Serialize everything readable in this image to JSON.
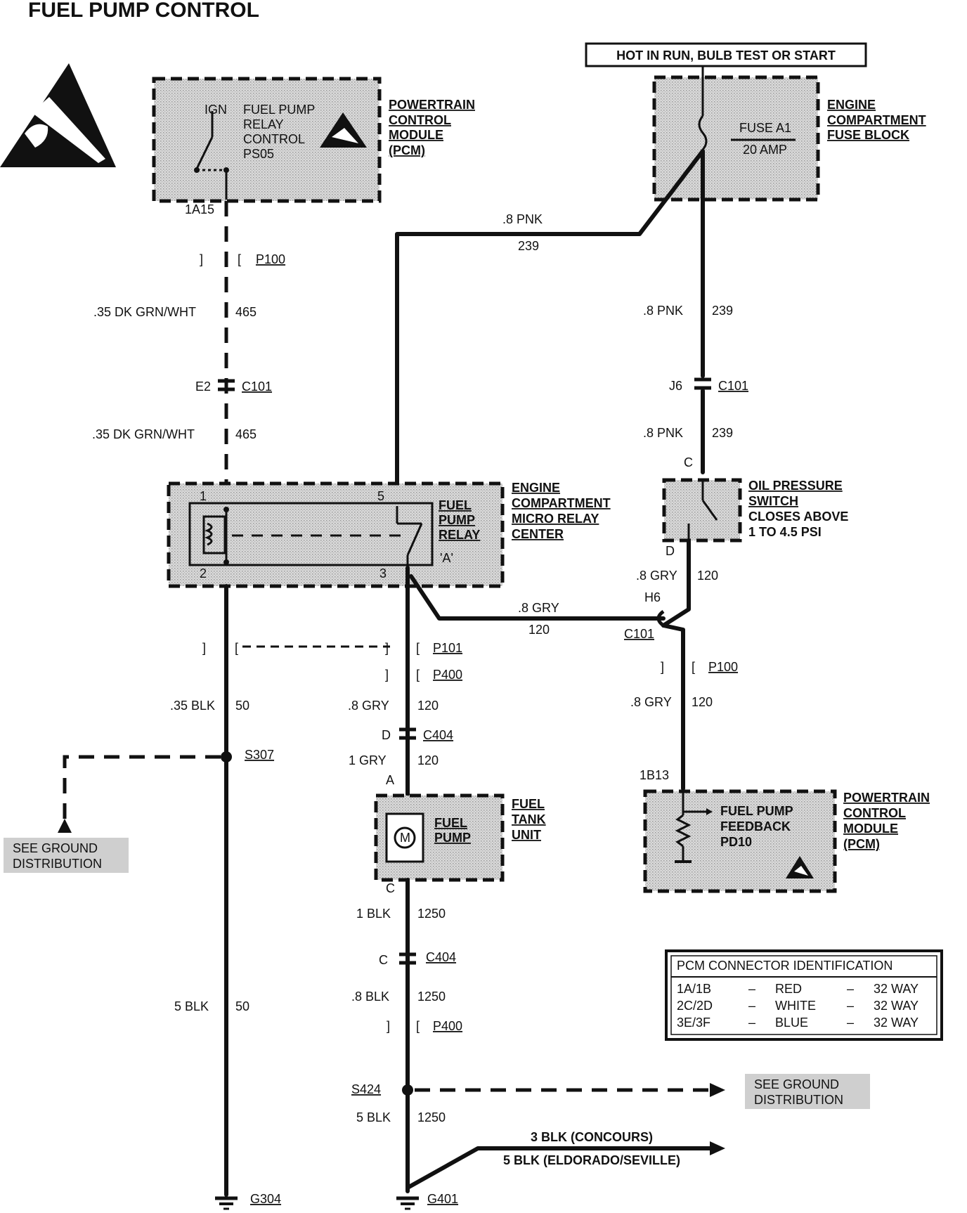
{
  "title": "FUEL PUMP CONTROL",
  "hot_label": "HOT IN RUN, BULB TEST OR START",
  "pcm_top": {
    "pin_label": "IGN",
    "text": [
      "FUEL PUMP",
      "RELAY",
      "CONTROL",
      "PS05"
    ],
    "name": [
      "POWERTRAIN",
      "CONTROL",
      "MODULE",
      "(PCM)"
    ],
    "pin": "1A15"
  },
  "fuse_block": {
    "fuse": "FUSE A1",
    "rating": "20 AMP",
    "name": [
      "ENGINE",
      "COMPARTMENT",
      "FUSE BLOCK"
    ]
  },
  "relay_center": {
    "name": [
      "ENGINE",
      "COMPARTMENT",
      "MICRO RELAY",
      "CENTER"
    ],
    "relay": [
      "FUEL",
      "PUMP",
      "RELAY"
    ],
    "relay_id": "'A'",
    "pins": {
      "p1": "1",
      "p2": "2",
      "p3": "3",
      "p5": "5"
    }
  },
  "oil_switch": {
    "name": [
      "OIL PRESSURE",
      "SWITCH"
    ],
    "desc": [
      "CLOSES ABOVE",
      "1 TO 4.5 PSI"
    ],
    "pin_top": "C",
    "pin_bottom": "D"
  },
  "fuel_tank": {
    "pump_label": [
      "FUEL",
      "PUMP"
    ],
    "motor": "M",
    "name": [
      "FUEL",
      "TANK",
      "UNIT"
    ],
    "pin_top": "A",
    "pin_bottom": "C"
  },
  "pcm_bottom": {
    "text": [
      "FUEL PUMP",
      "FEEDBACK",
      "PD10"
    ],
    "name": [
      "POWERTRAIN",
      "CONTROL",
      "MODULE",
      "(PCM)"
    ],
    "pin": "1B13"
  },
  "wires": {
    "w465a": {
      "size": ".35 DK GRN/WHT",
      "circuit": "465"
    },
    "w465b": {
      "size": ".35 DK GRN/WHT",
      "circuit": "465"
    },
    "w239top": {
      "size": ".8 PNK",
      "circuit": "239"
    },
    "w239a": {
      "size": ".8 PNK",
      "circuit": "239"
    },
    "w239b": {
      "size": ".8 PNK",
      "circuit": "239"
    },
    "w120oil": {
      "size": ".8 GRY",
      "circuit": "120"
    },
    "w120mid": {
      "size": ".8 GRY",
      "circuit": "120"
    },
    "w120right": {
      "size": ".8 GRY",
      "circuit": "120"
    },
    "w120relay": {
      "size": ".8 GRY",
      "circuit": "120"
    },
    "w120tank": {
      "size": "1 GRY",
      "circuit": "120"
    },
    "w50a": {
      "size": ".35 BLK",
      "circuit": "50"
    },
    "w50b": {
      "size": "5 BLK",
      "circuit": "50"
    },
    "w1250a": {
      "size": "1 BLK",
      "circuit": "1250"
    },
    "w1250b": {
      "size": ".8 BLK",
      "circuit": "1250"
    },
    "w1250c": {
      "size": "5 BLK",
      "circuit": "1250"
    },
    "concours": "3 BLK (CONCOURS)",
    "eldorado": "5 BLK (ELDORADO/SEVILLE)"
  },
  "connectors": {
    "p100_top": "P100",
    "c101_left": "C101",
    "c101_left_pin": "E2",
    "c101_right": "C101",
    "c101_right_pin": "J6",
    "c101_mid": "C101",
    "c101_mid_pin": "H6",
    "p101": "P101",
    "p400_a": "P400",
    "p100_right": "P100",
    "c404_a": "C404",
    "c404_a_pin": "D",
    "c404_b": "C404",
    "c404_b_pin": "C",
    "p400_b": "P400",
    "s307": "S307",
    "s424": "S424",
    "g304": "G304",
    "g401": "G401"
  },
  "ground_dist_left": [
    "SEE GROUND",
    "DISTRIBUTION"
  ],
  "ground_dist_right": [
    "SEE GROUND",
    "DISTRIBUTION"
  ],
  "pcm_table": {
    "header": "PCM CONNECTOR IDENTIFICATION",
    "rows": [
      {
        "pin": "1A/1B",
        "dash1": "–",
        "color": "RED",
        "dash2": "–",
        "ways": "32 WAY"
      },
      {
        "pin": "2C/2D",
        "dash1": "–",
        "color": "WHITE",
        "dash2": "–",
        "ways": "32 WAY"
      },
      {
        "pin": "3E/3F",
        "dash1": "–",
        "color": "BLUE",
        "dash2": "–",
        "ways": "32 WAY"
      }
    ]
  }
}
